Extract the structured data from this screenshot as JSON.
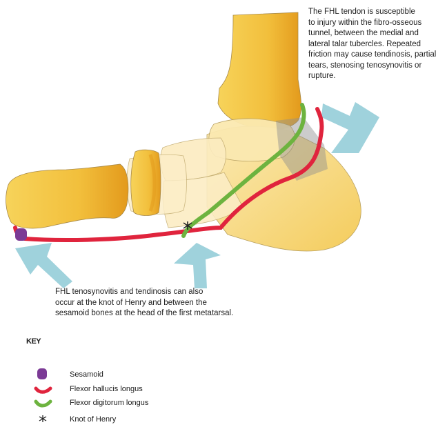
{
  "annotations": {
    "top": [
      "The FHL tendon is susceptible",
      "to injury within the fibro-osseous",
      "tunnel, between the medial and",
      "lateral talar tubercles. Repeated",
      "friction may cause tendinosis, partial",
      "tears, stenosing tenosynovitis or",
      "rupture."
    ],
    "bottom": [
      "FHL tenosynovitis and tendinosis can also",
      "occur at the knot of Henry and between the",
      "sesamoid bones at the head of the first metatarsal."
    ]
  },
  "key": {
    "title": "KEY",
    "items": [
      {
        "label": "Sesamoid",
        "symbol": "sesamoid-swatch",
        "color": "#7b3a95"
      },
      {
        "label": "Flexor hallucis longus",
        "symbol": "fhl-swatch",
        "color": "#e0243d"
      },
      {
        "label": "Flexor digitorum longus",
        "symbol": "fdl-swatch",
        "color": "#6db33f"
      },
      {
        "label": "Knot of Henry",
        "symbol": "knot-of-henry-symbol",
        "color": "#222222"
      }
    ]
  },
  "colors": {
    "bone": "#f5c542",
    "bone_shadow": "#e8a520",
    "bone_light": "#fbe6a0",
    "arrow": "#9fd2dc",
    "tunnel": "#8f8f8f"
  }
}
